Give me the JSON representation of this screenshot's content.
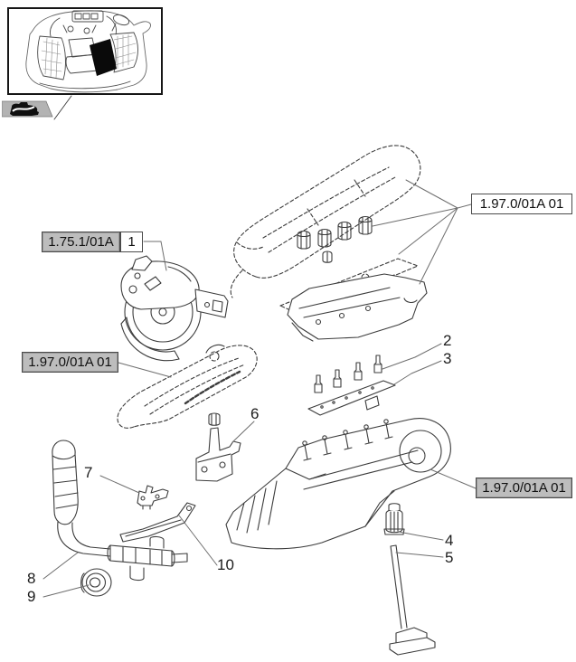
{
  "colors": {
    "line": "#3c3c3c",
    "leader": "#6e6e6e",
    "label_bg": "#bdbdbd",
    "label_border": "#4a4a4a"
  },
  "ref_labels": [
    {
      "key": "parent",
      "text": "1.75.1/01A",
      "highlighted": true
    },
    {
      "key": "top_right",
      "text": "1.97.0/01A 01",
      "highlighted": false
    },
    {
      "key": "left",
      "text": "1.97.0/01A 01",
      "highlighted": true
    },
    {
      "key": "bottom_right",
      "text": "1.97.0/01A 01",
      "highlighted": true
    }
  ],
  "item_box": {
    "text": "1"
  },
  "callouts": [
    {
      "num": "2"
    },
    {
      "num": "3"
    },
    {
      "num": "4"
    },
    {
      "num": "5"
    },
    {
      "num": "6"
    },
    {
      "num": "7"
    },
    {
      "num": "8"
    },
    {
      "num": "9"
    },
    {
      "num": "10"
    }
  ],
  "icons": {
    "section": "tractor-section-icon",
    "thumbnail": "cab-location-thumbnail"
  }
}
